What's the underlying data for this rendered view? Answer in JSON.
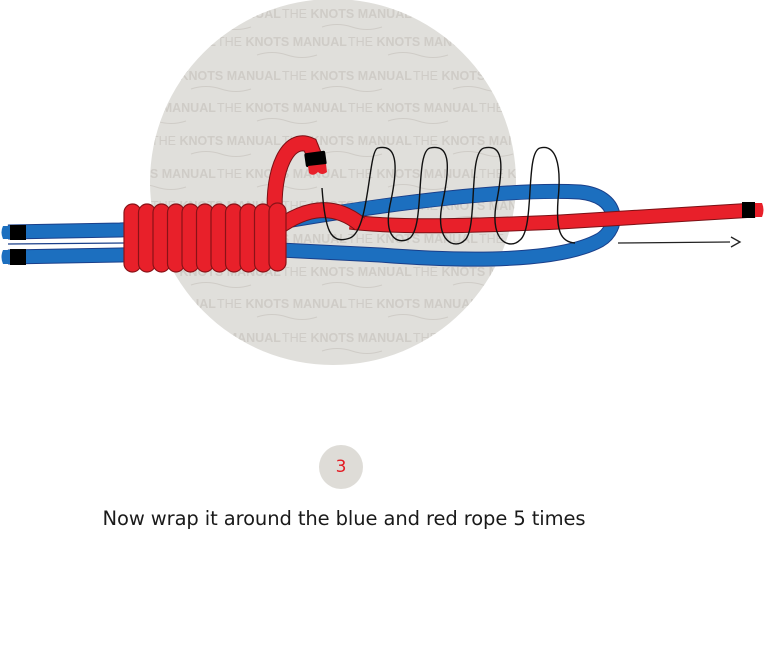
{
  "diagram": {
    "title": "Knot tying step illustration",
    "background_circle_color": "#e0dfdb",
    "watermark_text": "THE KNOTS MANUAL",
    "watermark_prefix": "THE ",
    "watermark_bold": "KNOTS MANUAL",
    "rope_colors": {
      "red": "#e8202a",
      "blue": "#1c6fbf",
      "tip": "#000000",
      "guide_line": "#111111"
    },
    "red_wraps_count": 11,
    "guide_loops_count": 5
  },
  "step": {
    "number": "3",
    "number_color": "#e31b23",
    "instruction": "Now wrap it around the blue and red rope 5 times"
  }
}
